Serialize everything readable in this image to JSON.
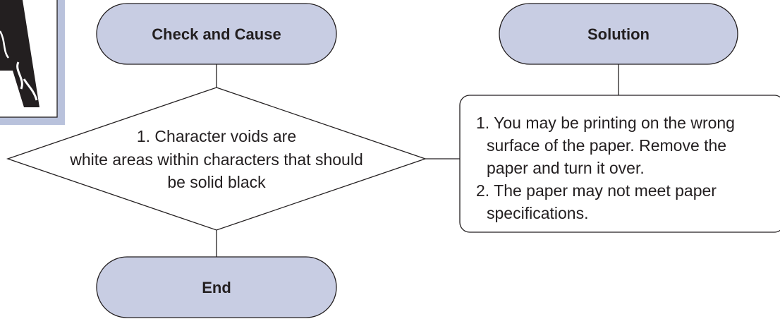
{
  "diagram": {
    "check_label": "Check and Cause",
    "solution_label": "Solution",
    "end_label": "End",
    "decision": {
      "line1": "1. Character voids are",
      "line2": "white areas within characters that should",
      "line3": "be solid black"
    },
    "solution_box": {
      "line1": "1. You may be printing on the wrong",
      "line2": "surface of the paper. Remove the",
      "line3": "paper and turn it over.",
      "line4": "2. The paper may not meet paper",
      "line5": "specifications."
    }
  },
  "colors": {
    "terminal_fill": "#c8cde3",
    "stroke": "#231f20",
    "thumbnail_border": "#b9c2dc"
  },
  "icons": {
    "thumbnail": "character-voids-sample-icon"
  }
}
